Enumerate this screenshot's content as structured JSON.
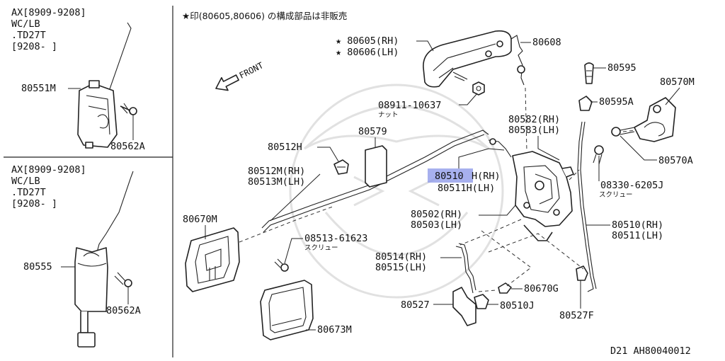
{
  "note": "★印(80605,80606) の構成部品は非販売",
  "front_label": "FRONT",
  "catalog_ref": "D21   AH80040012",
  "highlighted_part": "80510",
  "top_panel": {
    "header": [
      "AX[8909-9208]",
      "WC/LB",
      ".TD27T",
      "[9208-   ]"
    ],
    "parts": {
      "actuator": "80551M",
      "bolt": "80562A"
    }
  },
  "bottom_panel": {
    "header": [
      "AX[8909-9208]",
      "WC/LB",
      ".TD27T",
      "[9208-   ]"
    ],
    "parts": {
      "actuator": "80555",
      "bolt": "80562A"
    }
  },
  "labels": {
    "handle_rh": "★ 80605(RH)",
    "handle_lh": "★ 80606(LH)",
    "rod_80608": "80608",
    "knob": "80595",
    "knob_grommet": "80595A",
    "striker": "80570M",
    "nut_code": "08911-10637",
    "nut_jp": "ナット",
    "lock_rh": "80582(RH)",
    "lock_lh": "80583(LH)",
    "cover": "80579",
    "clip": "80512H",
    "rod_rh": "80512M(RH)",
    "rod_lh": "80513M(LH)",
    "rod_h_highlight": "80510",
    "rod_h_rh_suffix": "H(RH)",
    "rod_h_lh": "80511H(LH)",
    "striker_screw": "80570A",
    "screw_code": "08330-6205J",
    "screw_jp": "スクリュー",
    "latch_rh": "80502(RH)",
    "latch_lh": "80503(LH)",
    "inner_handle": "80670M",
    "screw2_code": "08513-61623",
    "screw2_jp": "スクリュー",
    "long_rod_rh": "80510(RH)",
    "long_rod_lh": "80511(LH)",
    "rod2_rh": "80514(RH)",
    "rod2_lh": "80515(LH)",
    "clip2": "80670G",
    "bracket": "80527",
    "clip3": "80510J",
    "escutcheon": "80673M",
    "clip4": "80527F"
  }
}
